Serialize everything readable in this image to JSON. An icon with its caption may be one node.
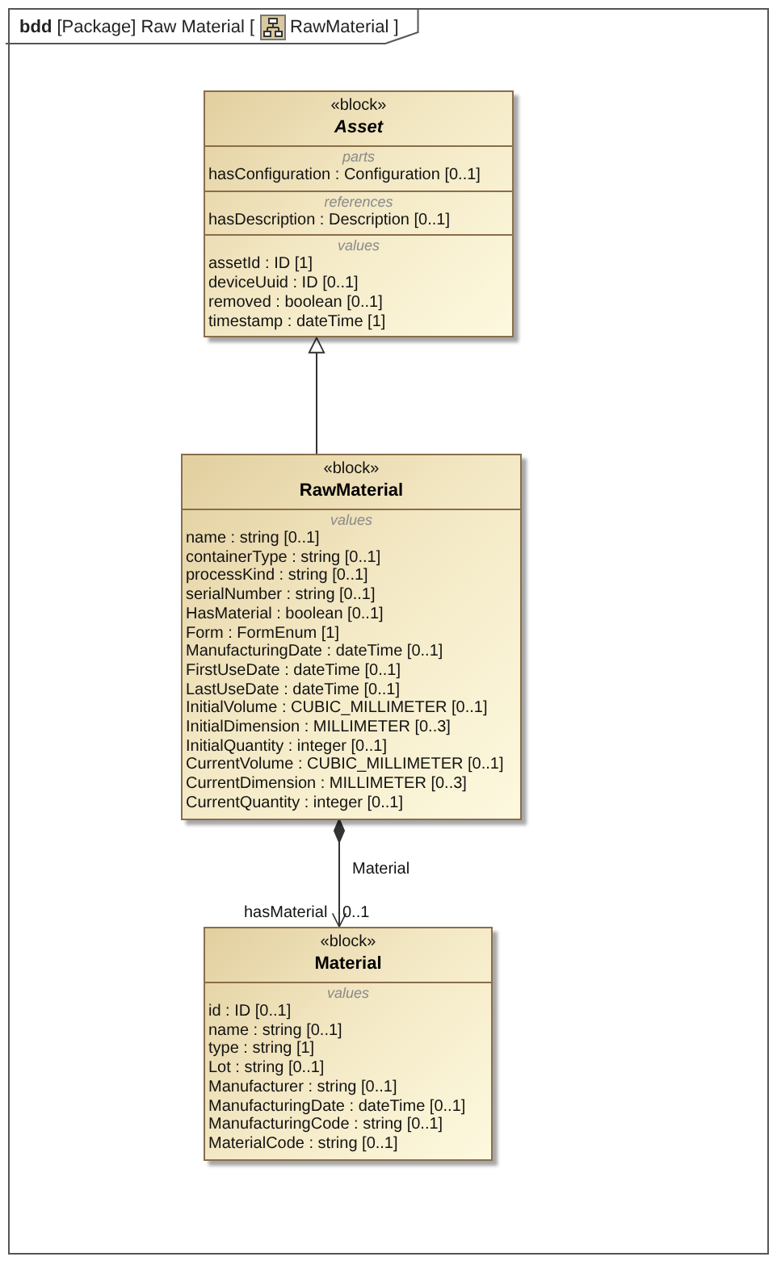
{
  "diagram": {
    "nodes": [
      {
        "text": [
          "**bdd** [Package] Raw Material [",
          "RawMaterial ]"
        ]
      },
      {
        "text": [
          "«block»",
          "Asset"
        ],
        "in": 0
      },
      {
        "text": [
          "parts",
          "hasConfiguration : Configuration [0..1]"
        ],
        "in": 1
      },
      {
        "text": [
          "references",
          "hasDescription : Description [0..1]"
        ],
        "in": 1
      },
      {
        "text": [
          "values",
          "assetId : ID [1]",
          "deviceUuid : ID [0..1]",
          "removed : boolean [0..1]",
          "timestamp : dateTime [1]"
        ],
        "in": 1
      },
      {
        "text": [
          "«block»",
          "RawMaterial"
        ],
        "in": 0
      },
      {
        "text": [
          "values",
          "name : string [0..1]",
          "containerType : string [0..1]",
          "processKind : string [0..1]",
          "serialNumber : string [0..1]",
          "HasMaterial : boolean [0..1]",
          "Form : FormEnum [1]",
          "ManufacturingDate : dateTime [0..1]",
          "FirstUseDate : dateTime [0..1]",
          "LastUseDate : dateTime [0..1]",
          "InitialVolume : CUBIC_MILLIMETER [0..1]",
          "InitialDimension : MILLIMETER [0..3]",
          "InitialQuantity : integer [0..1]",
          "CurrentVolume : CUBIC_MILLIMETER [0..1]",
          "CurrentDimension : MILLIMETER [0..3]",
          "CurrentQuantity : integer [0..1]"
        ],
        "in": 5
      },
      {
        "text": [
          "«block»",
          "Material"
        ],
        "in": 0
      },
      {
        "text": [
          "values",
          "id : ID [0..1]",
          "name : string [0..1]",
          "type : string [1]",
          "Lot : string [0..1]",
          "Manufacturer : string [0..1]",
          "ManufacturingDate : dateTime [0..1]",
          "ManufacturingCode : string [0..1]",
          "MaterialCode : string [0..1]"
        ],
        "in": 7
      }
    ],
    "edges": [
      {
        "from": 5,
        "to": 1,
        "arrow": "to"
      },
      {
        "from": 5,
        "to": 7,
        "arrow": "to",
        "label": "Material"
      }
    ],
    "labels": [
      "hasMaterial",
      "0..1"
    ]
  }
}
